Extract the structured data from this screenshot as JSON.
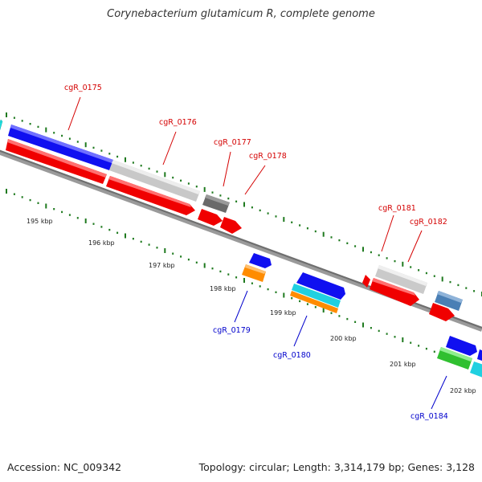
{
  "title": "Corynebacterium glutamicum R, complete genome",
  "footer": {
    "accession": "Accession: NC_009342",
    "topology": "Topology: circular; Length: 3,314,179 bp; Genes: 3,128"
  },
  "colors": {
    "background": "#ffffff",
    "backbone": "#7a7a7a",
    "tick": "#1f7a1f",
    "outer_label": "#d40000",
    "inner_label": "#0000cc"
  },
  "kbp_labels": [
    "195 kbp",
    "196 kbp",
    "197 kbp",
    "198 kbp",
    "199 kbp",
    "200 kbp",
    "201 kbp",
    "202 kbp"
  ],
  "gene_labels": {
    "outer": [
      "cgR_0175",
      "cgR_0176",
      "cgR_0177",
      "cgR_0178",
      "cgR_0181",
      "cgR_0182"
    ],
    "inner": [
      "cgR_0179",
      "cgR_0180",
      "cgR_0184"
    ]
  },
  "feature_colors": [
    "blue",
    "light-grey",
    "dark-grey",
    "red",
    "orange",
    "cyan",
    "steel-blue",
    "green"
  ]
}
